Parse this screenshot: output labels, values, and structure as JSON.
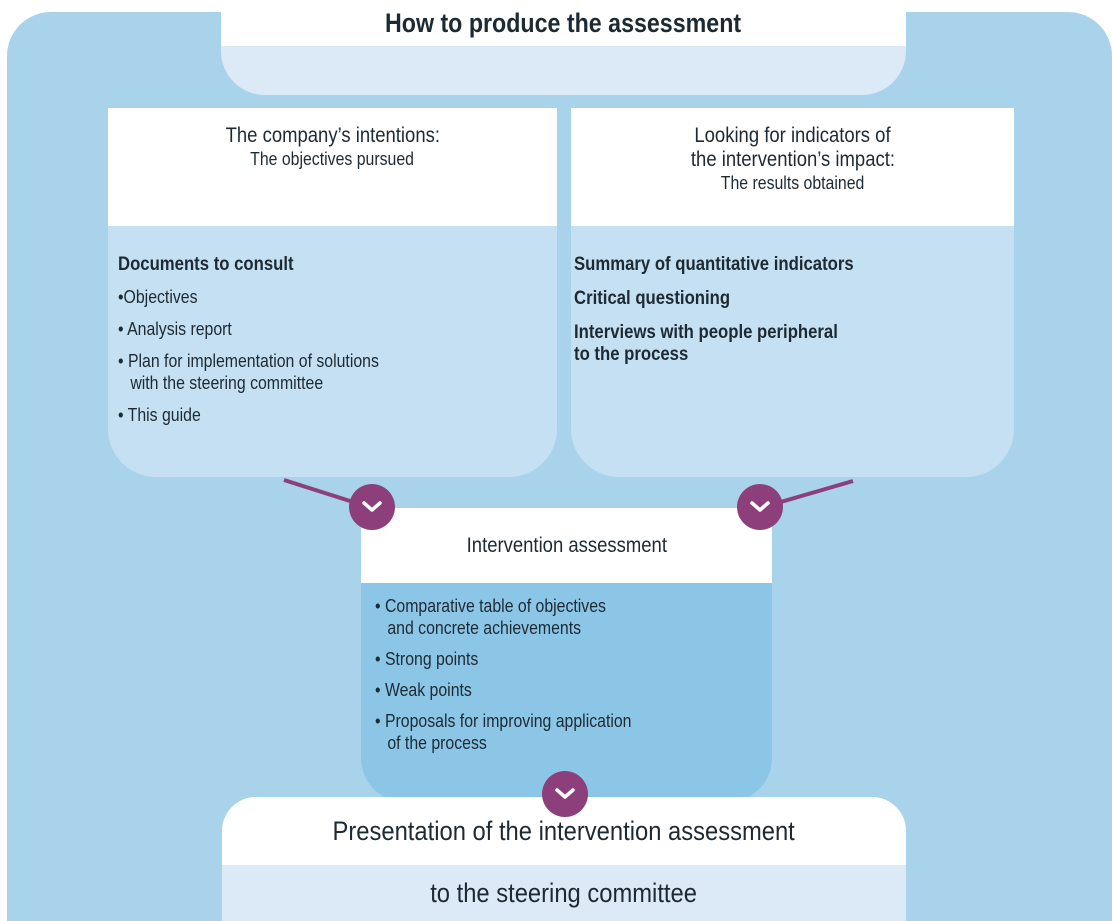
{
  "title": "How to produce the assessment",
  "left_box": {
    "heading": "The company’s intentions:",
    "subheading": "The objectives pursued",
    "section_title": "Documents to consult",
    "items": [
      [
        "Objectives"
      ],
      [
        "Analysis report"
      ],
      [
        "Plan for implementation of solutions",
        "with the steering committee"
      ],
      [
        "This guide"
      ]
    ]
  },
  "right_box": {
    "heading_lines": [
      "Looking for indicators of",
      "the intervention’s impact:"
    ],
    "subheading": "The results obtained",
    "points": [
      [
        "Summary of quantitative indicators"
      ],
      [
        "Critical questioning"
      ],
      [
        "Interviews with people peripheral",
        "to the process"
      ]
    ]
  },
  "middle_box": {
    "heading": "Intervention assessment",
    "items": [
      [
        "Comparative table of objectives",
        "and concrete achievements"
      ],
      [
        "Strong points"
      ],
      [
        "Weak points"
      ],
      [
        "Proposals for improving application",
        "of the process"
      ]
    ]
  },
  "final_box": {
    "line1": "Presentation of the intervention assessment",
    "line2": "to the steering committee"
  },
  "colors": {
    "background_panel": "#a8d3ea",
    "header_band": "#dbeaf6",
    "side_card": "#c4e0f2",
    "middle_card": "#8cc6e7",
    "connector": "#8c3f7a"
  },
  "icons": [
    "chevron-down-icon"
  ]
}
